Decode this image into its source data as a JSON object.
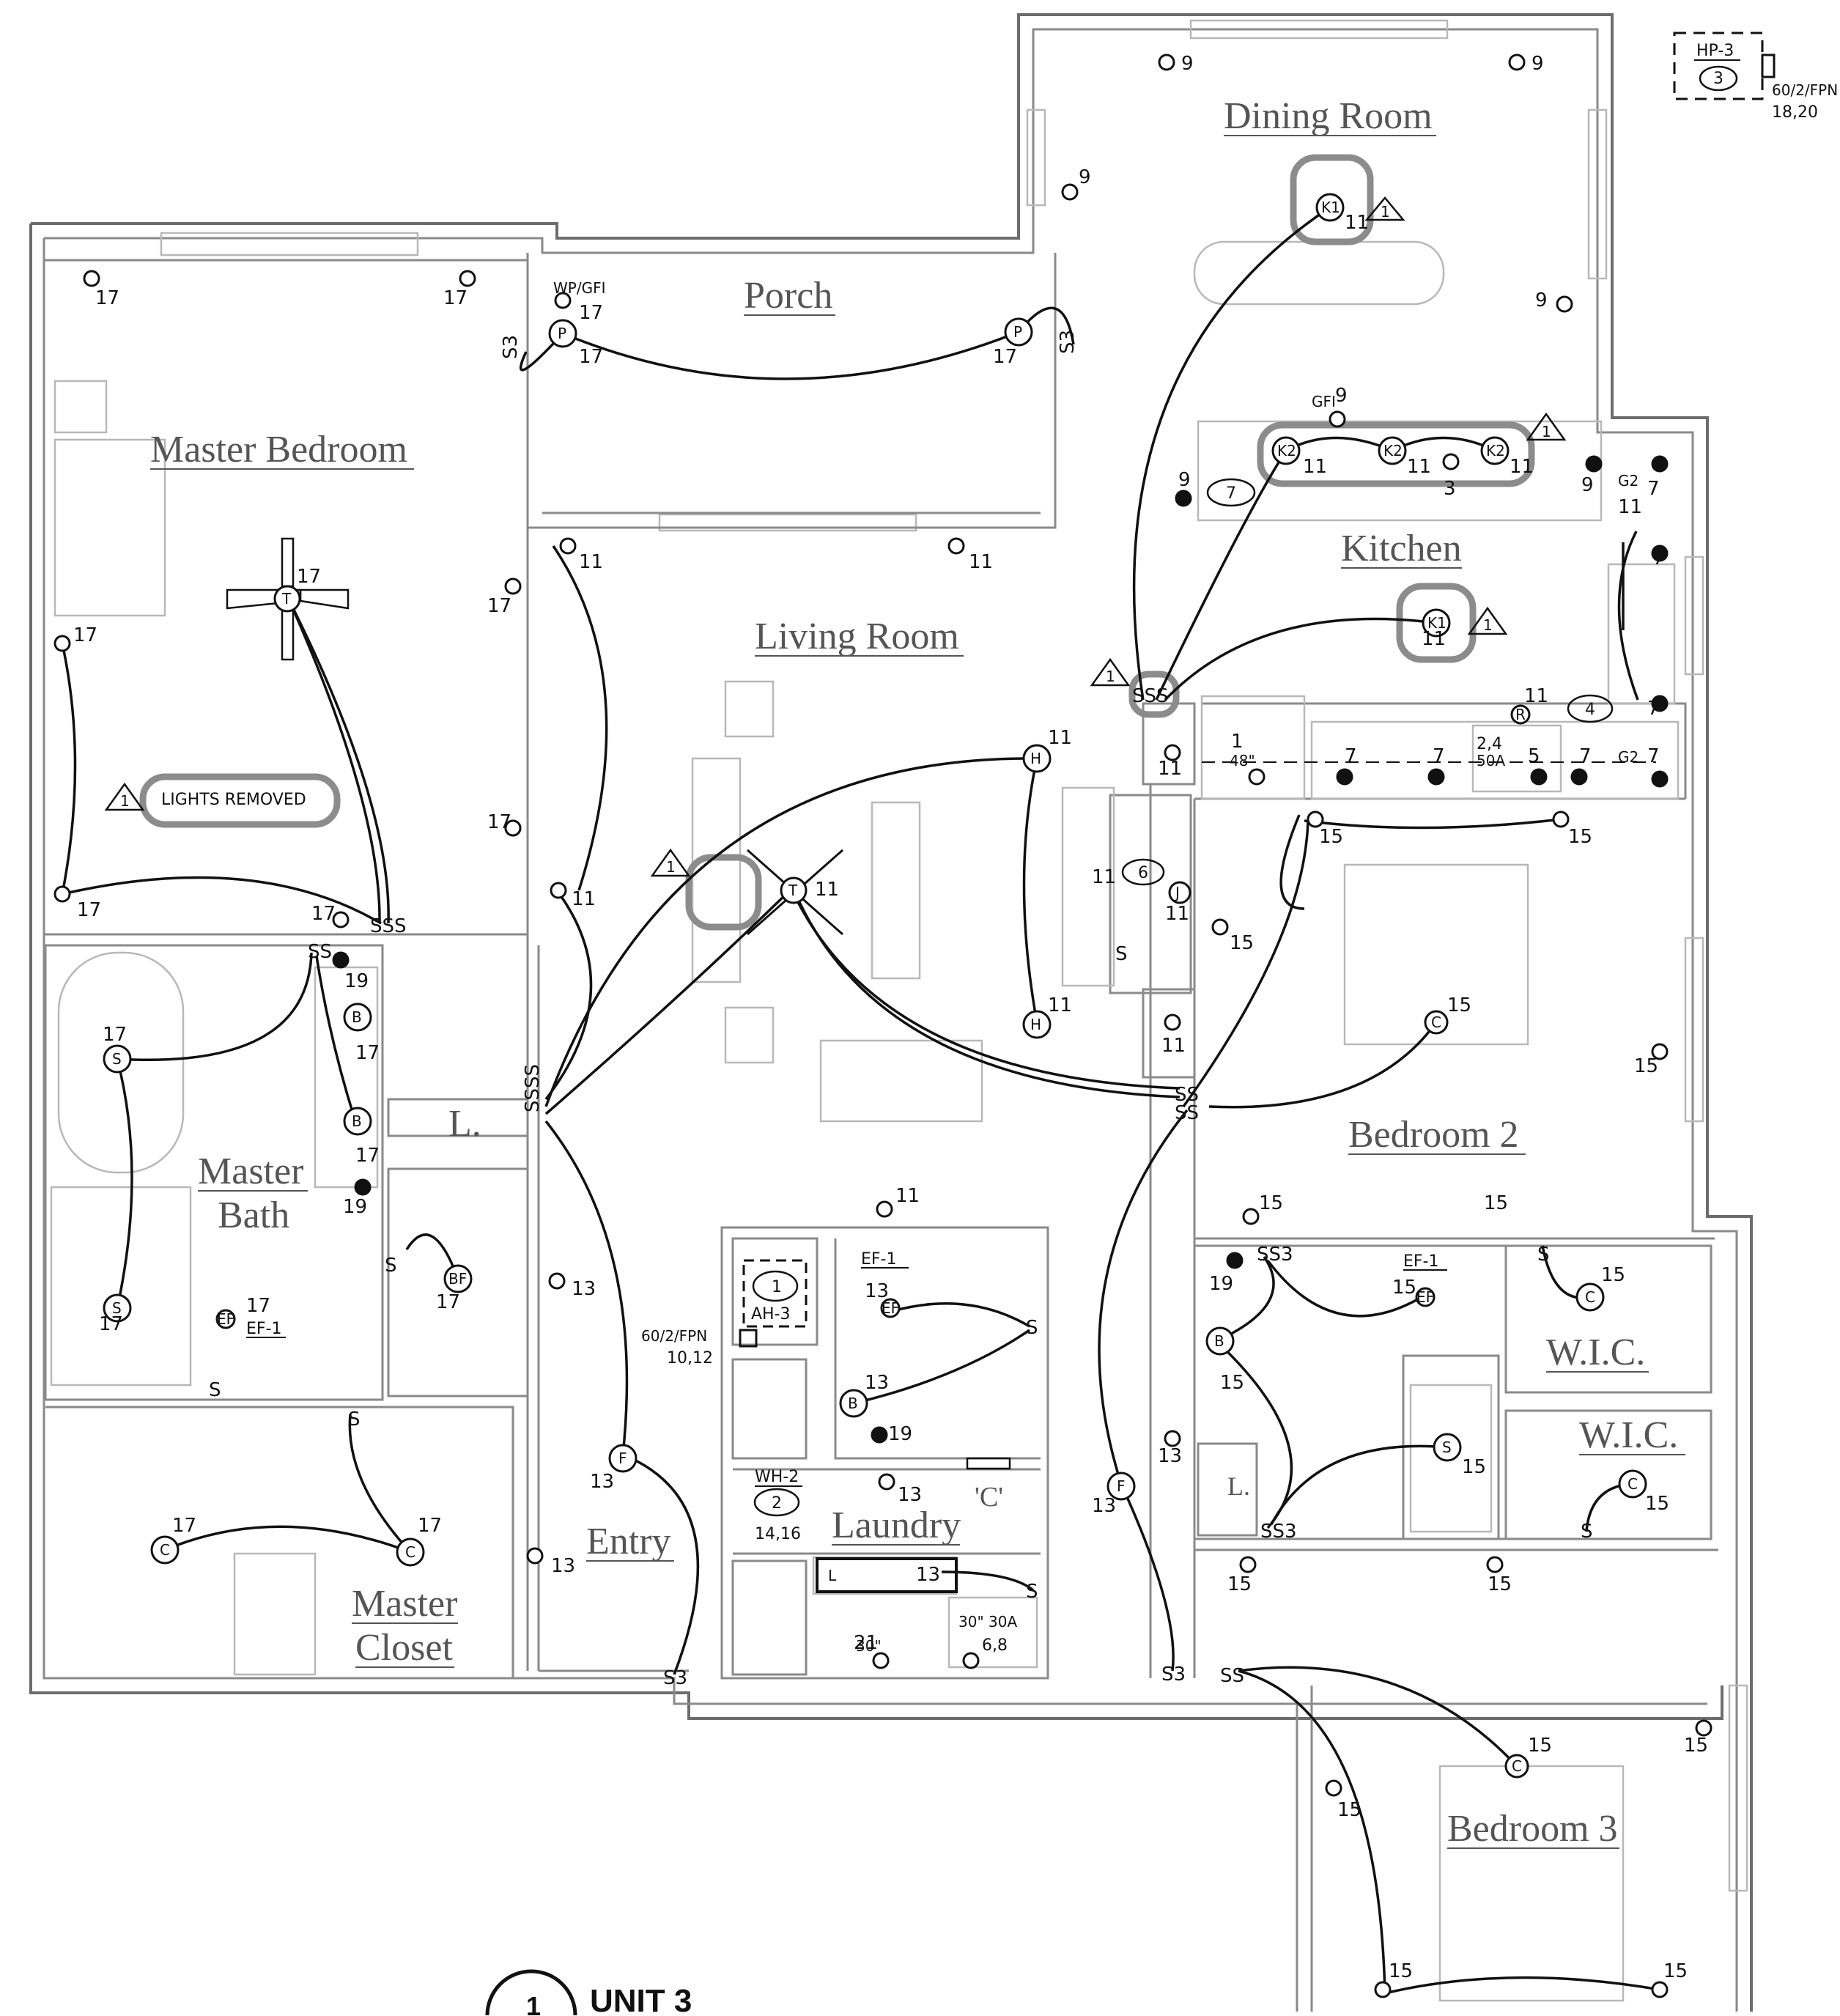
{
  "rooms": {
    "dining": "Dining Room",
    "porch": "Porch",
    "master_bedroom": "Master Bedroom",
    "kitchen": "Kitchen",
    "living": "Living Room",
    "master_bath_1": "Master",
    "master_bath_2": "Bath",
    "linen": "L.",
    "linen2": "L.",
    "bedroom2": "Bedroom 2",
    "wic1": "W.I.C.",
    "wic2": "W.I.C.",
    "master_closet_1": "Master",
    "master_closet_2": "Closet",
    "entry": "Entry",
    "laundry": "Laundry",
    "bedroom3": "Bedroom 3",
    "closet_c": "'C'"
  },
  "panel": {
    "name": "HP-3",
    "tag": "3",
    "rating": "60/2/FPN",
    "circuits": "18,20"
  },
  "notes": {
    "lights_removed": "LIGHTS REMOVED",
    "revision": "1",
    "wp_gfi": "WP/GFI",
    "gfi": "GFI",
    "ah_rating": "60/2/FPN",
    "ah_circuits": "10,12",
    "ah_name": "AH-3",
    "ah_tag": "1",
    "wh_name": "WH-2",
    "wh_tag": "2",
    "wh_circuits": "14,16",
    "ef": "EF-1",
    "ef2": "EF-1",
    "ef3": "EF-1",
    "tag7": "7",
    "tag4": "4",
    "tag6": "6",
    "range": "2,4",
    "range_amp": "50A",
    "size48": "48\"",
    "size30": "30\"",
    "dryer": "30\"  30A",
    "dryer_ckt": "6,8",
    "washer_ckt": "21",
    "g2": "G2",
    "g2b": "G2"
  },
  "devices": {
    "K1": "K1",
    "K2": "K2",
    "P": "P",
    "T": "T",
    "H": "H",
    "B": "B",
    "S": "S",
    "C": "C",
    "F": "F",
    "BF": "BF",
    "EF": "EF",
    "J": "J",
    "R": "R",
    "L": "L"
  },
  "drawing": {
    "number": "1",
    "title": "UNIT 3"
  }
}
